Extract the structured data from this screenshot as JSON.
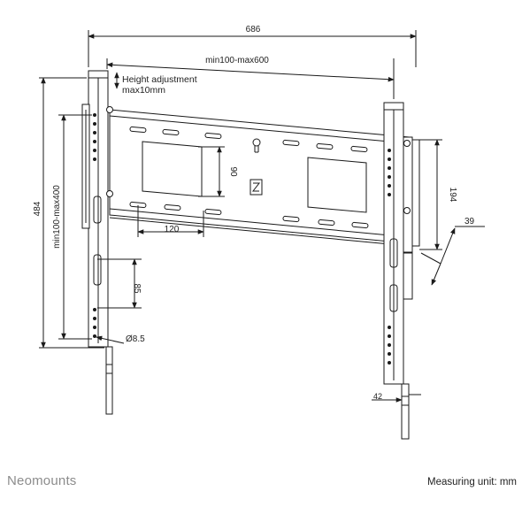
{
  "brand": "Neomounts",
  "unit_note": "Measuring unit: mm",
  "dimensions": {
    "overall_width": "686",
    "vesa_width": "min100-max600",
    "height_adjust_line1": "Height adjustment",
    "height_adjust_line2": "max10mm",
    "overall_height": "484",
    "vesa_height": "min100-max400",
    "slot_spacing_h": "120",
    "slot_spacing_v": "90",
    "hole_pitch": "85",
    "hole_diameter": "Ø8.5",
    "bracket_depth": "194",
    "wall_distance": "39",
    "bar_width": "42"
  },
  "colors": {
    "line": "#1a1a1a",
    "brand": "#8c8c8c"
  }
}
